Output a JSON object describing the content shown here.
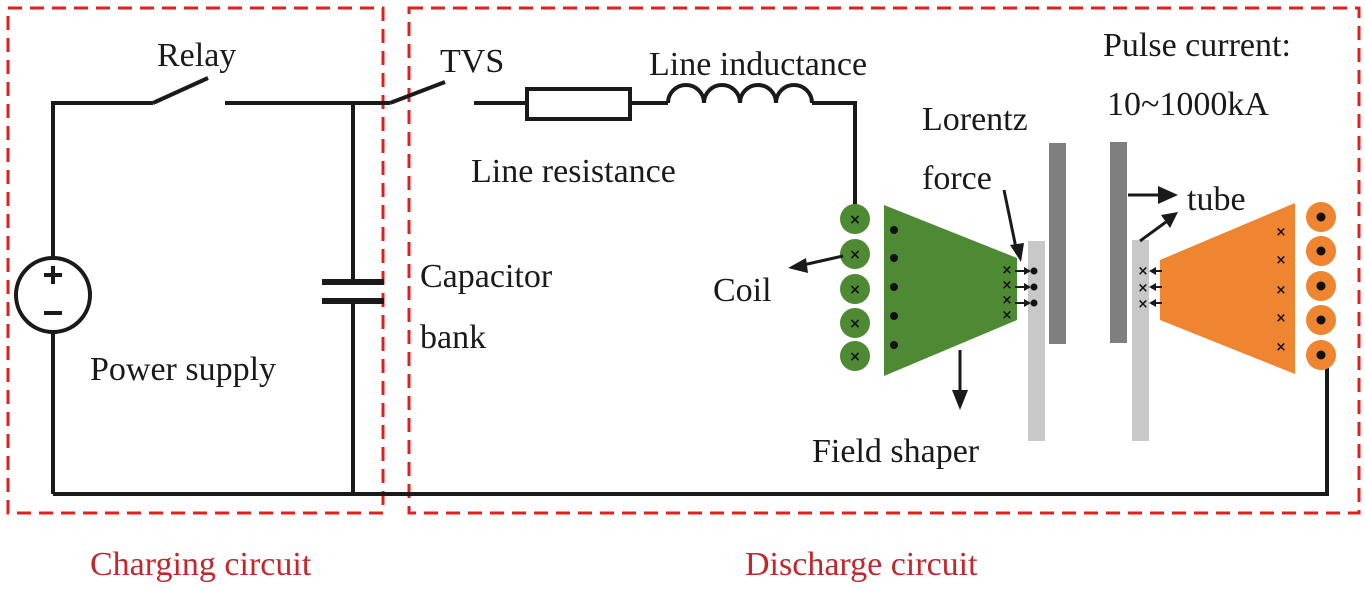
{
  "labels": {
    "relay": "Relay",
    "tvs": "TVS",
    "line_inductance": "Line inductance",
    "line_resistance": "Line resistance",
    "pulse_current": "Pulse current:",
    "pulse_current_range": "10~1000kA",
    "lorentz_force_1": "Lorentz",
    "lorentz_force_2": "force",
    "tube": "tube",
    "capacitor_bank_1": "Capacitor",
    "capacitor_bank_2": "bank",
    "coil": "Coil",
    "power_supply": "Power supply",
    "field_shaper": "Field shaper"
  },
  "regions": {
    "charging_circuit": "Charging circuit",
    "discharge_circuit": "Discharge circuit"
  },
  "colors": {
    "region_border": "#e02020",
    "region_caption": "#c0282d",
    "coil_green": "#4e8a33",
    "shaper_orange": "#ef8431",
    "plate_dark": "#7f7f7f",
    "plate_light": "#c8c8c8"
  },
  "icons": {
    "power_source": "dc-voltage-source-icon",
    "relay": "switch-icon",
    "tvs": "switch-icon",
    "resistor": "resistor-icon",
    "inductor": "inductor-icon",
    "capacitor": "capacitor-icon"
  }
}
